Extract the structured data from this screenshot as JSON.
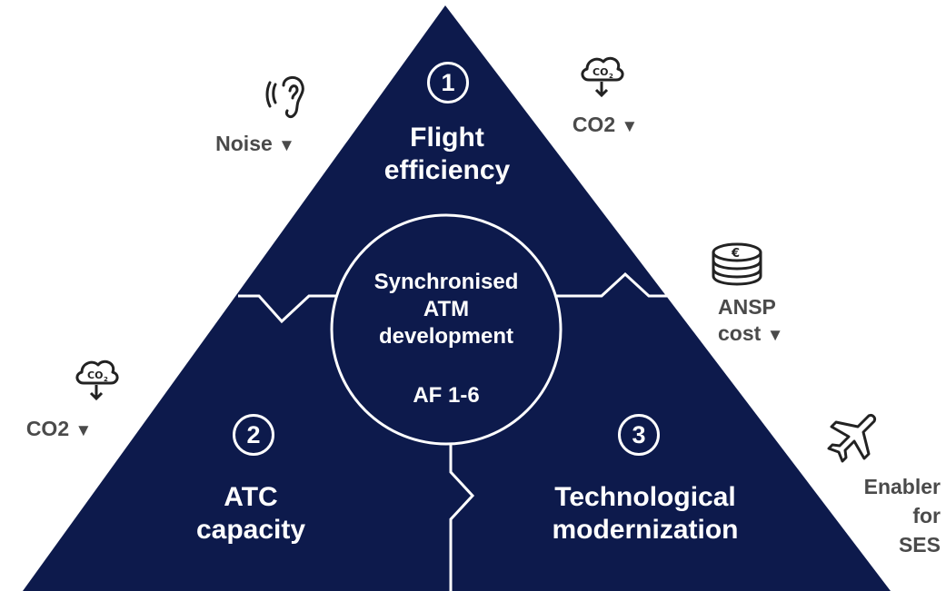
{
  "colors": {
    "triangle": "#0d1a4c",
    "lines": "#ffffff",
    "side_text": "#4a4a4a"
  },
  "pyramid": {
    "top": {
      "number": "1",
      "title": "Flight\nefficiency"
    },
    "left": {
      "number": "2",
      "title": "ATC\ncapacity"
    },
    "right": {
      "number": "3",
      "title": "Technological\nmodernization"
    },
    "center": {
      "title": "Synchronised\nATM\ndevelopment",
      "subtitle": "AF 1-6"
    }
  },
  "impacts": [
    {
      "icon": "ear-icon",
      "label": "Noise",
      "arrow": "▼"
    },
    {
      "icon": "co2-cloud-icon",
      "label": "CO2",
      "arrow": "▼"
    },
    {
      "icon": "euro-coins-icon",
      "label": "ANSP\ncost",
      "arrow": "▼"
    },
    {
      "icon": "co2-cloud-icon",
      "label": "CO2",
      "arrow": "▼"
    },
    {
      "icon": "airplane-icon",
      "label": "Enabler\nfor\nSES",
      "arrow": ""
    }
  ]
}
